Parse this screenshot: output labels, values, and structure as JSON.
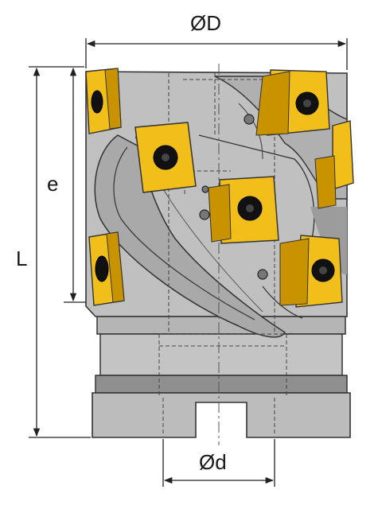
{
  "dimensions": {
    "outer_diameter": "ØD",
    "cutting_length": "e",
    "overall_length": "L",
    "bore_diameter": "Ød"
  },
  "colors": {
    "body": "#bfbfbf",
    "body_dark": "#9a9a9a",
    "outline": "#333333",
    "insert_yellow": "#f2bf1a",
    "insert_dark": "#c08f00",
    "screw": "#111111"
  },
  "icons": {
    "insert": "indexable-insert",
    "screw": "insert-screw",
    "coolant": "coolant-hole"
  }
}
